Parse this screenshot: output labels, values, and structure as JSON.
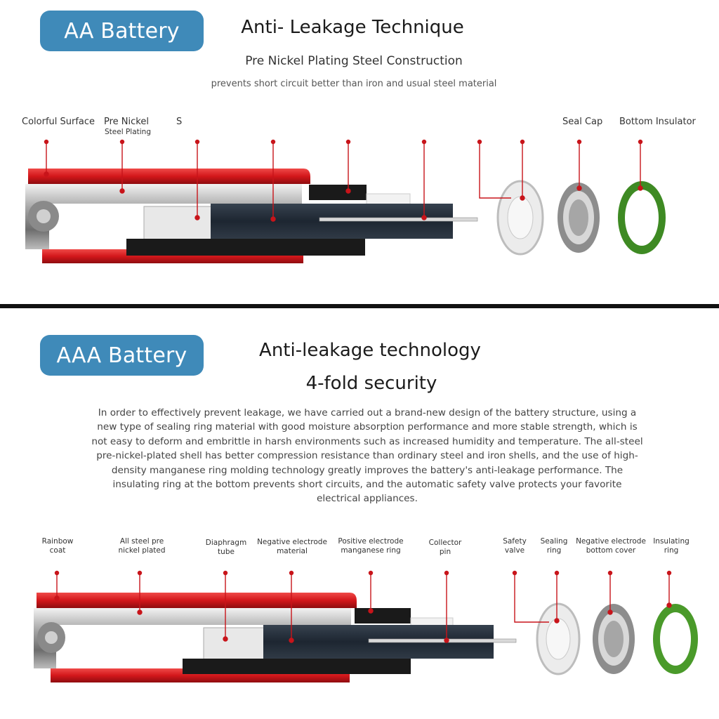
{
  "aa": {
    "badge": "AA Battery",
    "title": "Anti- Leakage Technique",
    "subtitle": "Pre Nickel Plating Steel Construction",
    "caption": "prevents short circuit better than iron and usual steel material",
    "labels": {
      "colorful_surface": "Colorful Surface",
      "pre_nickel": "Pre Nickel",
      "steel_plating": "Steel Plating",
      "s": "S",
      "seal_cap": "Seal Cap",
      "bottom_insulator": "Bottom Insulator"
    }
  },
  "aaa": {
    "badge": "AAA Battery",
    "title": "Anti-leakage technology",
    "subtitle": "4-fold security",
    "paragraph": "In order to effectively prevent leakage, we have carried out a brand-new design of the battery structure, using a new type of sealing ring material with good moisture absorption performance and more stable strength, which is not easy to deform and embrittle in harsh environments such as increased humidity and temperature. The all-steel pre-nickel-plated shell has better compression resistance than ordinary steel and iron shells, and the use of high-density manganese ring molding technology greatly improves the battery's anti-leakage performance. The insulating ring at the bottom prevents short circuits, and the automatic safety valve protects your favorite electrical appliances.",
    "labels": {
      "rainbow_1": "Rainbow",
      "rainbow_2": "coat",
      "steel_1": "All steel pre",
      "steel_2": "nickel plated",
      "diaphragm_1": "Diaphragm",
      "diaphragm_2": "tube",
      "negative_1": "Negative electrode",
      "negative_2": "material",
      "positive_1": "Positive electrode",
      "positive_2": "manganese ring",
      "collector_1": "Collector",
      "collector_2": "pin",
      "safety_1": "Safety",
      "safety_2": "valve",
      "sealing_1": "Sealing",
      "sealing_2": "ring",
      "bottom_cover_1": "Negative electrode",
      "bottom_cover_2": "bottom cover",
      "insulating_1": "Insulating",
      "insulating_2": "ring"
    }
  },
  "colors": {
    "badge": "#3f8ab9",
    "shell_red": "#d3171b",
    "marker_red": "#c8141a",
    "ring_green": "#3e8a23"
  }
}
